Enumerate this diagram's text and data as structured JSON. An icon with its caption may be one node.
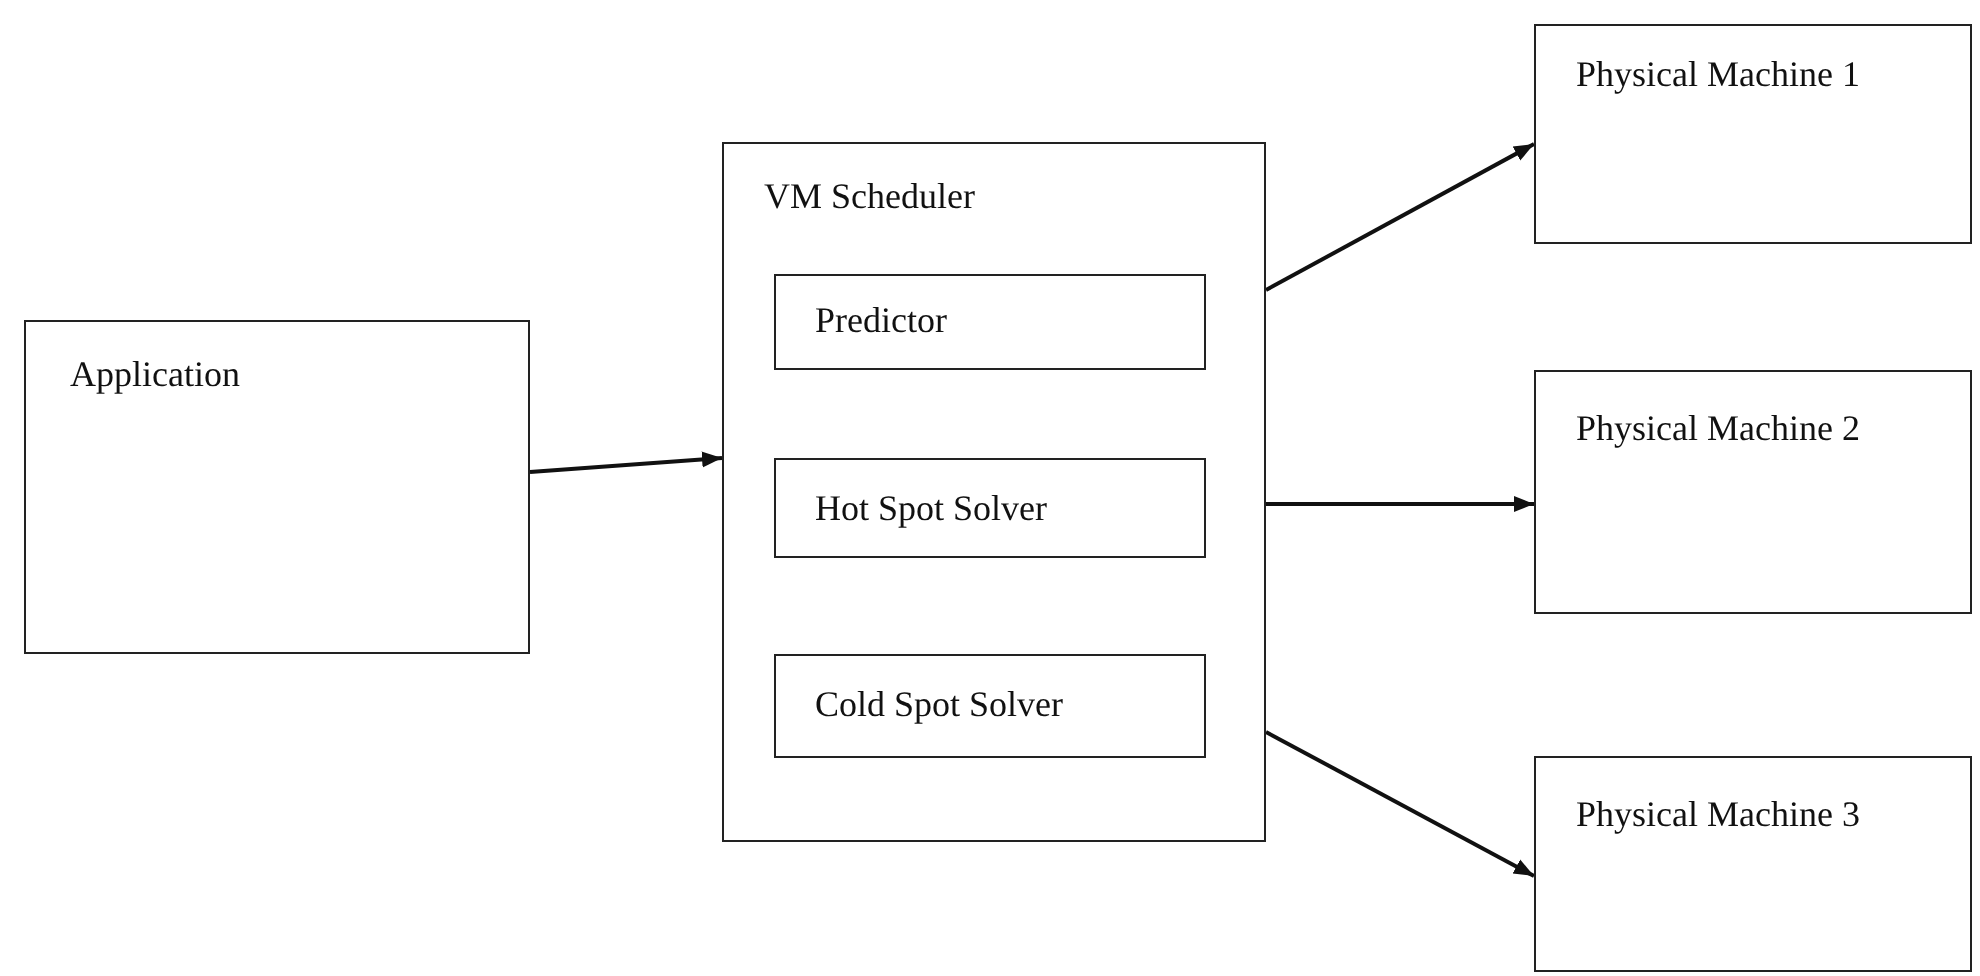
{
  "diagram": {
    "nodes": [
      {
        "text": [
          "Application"
        ]
      },
      {
        "text": [
          "VM Scheduler"
        ]
      },
      {
        "text": [
          "Predictor"
        ],
        "in": 1
      },
      {
        "text": [
          "Hot Spot Solver"
        ],
        "in": 1
      },
      {
        "text": [
          "Cold Spot Solver"
        ],
        "in": 1
      },
      {
        "text": [
          "Physical Machine 1"
        ]
      },
      {
        "text": [
          "Physical Machine 2"
        ]
      },
      {
        "text": [
          "Physical Machine 3"
        ]
      }
    ],
    "edges": [
      {
        "from": 0,
        "to": 1,
        "arrow": "to"
      },
      {
        "from": 1,
        "to": 5,
        "arrow": "to"
      },
      {
        "from": 1,
        "to": 6,
        "arrow": "to"
      },
      {
        "from": 1,
        "to": 7,
        "arrow": "to"
      }
    ]
  }
}
